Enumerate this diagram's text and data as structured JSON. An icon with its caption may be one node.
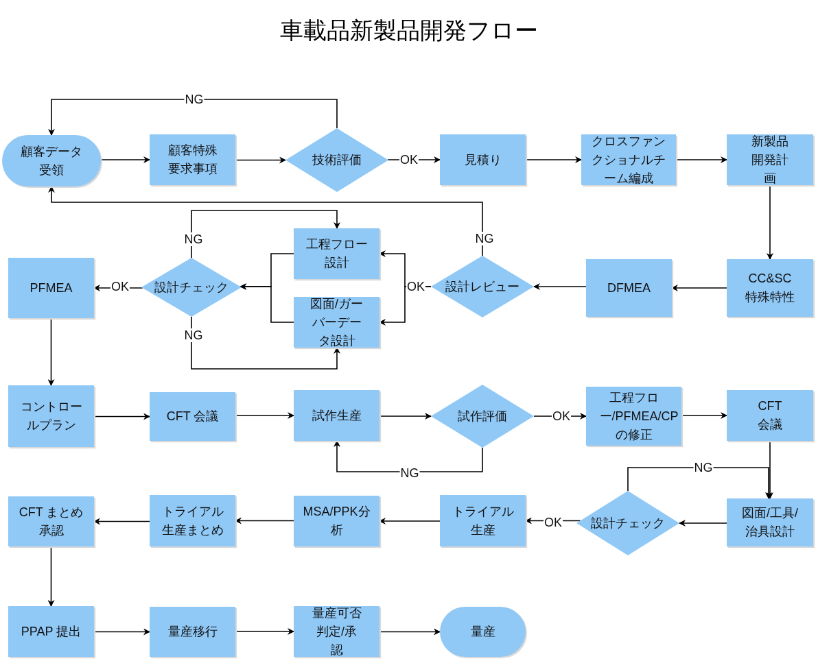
{
  "diagram": {
    "title": "車載品新製品開発フロー",
    "nodes": [
      {
        "text": [
          "顧客データ受領"
        ]
      },
      {
        "text": [
          "顧客特殊要求事項"
        ]
      },
      {
        "text": [
          "技術評価"
        ]
      },
      {
        "text": [
          "見積り"
        ]
      },
      {
        "text": [
          "クロスファンクショナルチーム編成"
        ]
      },
      {
        "text": [
          "新製品開発計画"
        ]
      },
      {
        "text": [
          "CC&SC特殊特性"
        ]
      },
      {
        "text": [
          "DFMEA"
        ]
      },
      {
        "text": [
          "設計レビュー"
        ]
      },
      {
        "text": [
          "工程フロー設計"
        ]
      },
      {
        "text": [
          "図面/ガーバーデータ設計"
        ]
      },
      {
        "text": [
          "設計チェック"
        ]
      },
      {
        "text": [
          "PFMEA"
        ]
      },
      {
        "text": [
          "コントロールプラン"
        ]
      },
      {
        "text": [
          "CFT 会議"
        ]
      },
      {
        "text": [
          "試作生産"
        ]
      },
      {
        "text": [
          "試作評価"
        ]
      },
      {
        "text": [
          "工程フロー/PFMEA/CPの修正"
        ]
      },
      {
        "text": [
          "CFT 会議"
        ]
      },
      {
        "text": [
          "図面/工具/治具設計"
        ]
      },
      {
        "text": [
          "設計チェック"
        ]
      },
      {
        "text": [
          "トライアル生産"
        ]
      },
      {
        "text": [
          "MSA/PPK分析"
        ]
      },
      {
        "text": [
          "トライアル生産まとめ"
        ]
      },
      {
        "text": [
          "CFT まとめ承認"
        ]
      },
      {
        "text": [
          "PPAP 提出"
        ]
      },
      {
        "text": [
          "量産移行"
        ]
      },
      {
        "text": [
          "量産可否判定/承認"
        ]
      },
      {
        "text": [
          "量産"
        ]
      }
    ],
    "edges": [
      {
        "from": 0,
        "to": 1,
        "arrow": "to"
      },
      {
        "from": 1,
        "to": 2,
        "arrow": "to"
      },
      {
        "from": 2,
        "to": 0,
        "arrow": "to",
        "label": "NG"
      },
      {
        "from": 2,
        "to": 3,
        "arrow": "to",
        "label": "OK"
      },
      {
        "from": 3,
        "to": 4,
        "arrow": "to"
      },
      {
        "from": 4,
        "to": 5,
        "arrow": "to"
      },
      {
        "from": 5,
        "to": 6,
        "arrow": "to"
      },
      {
        "from": 6,
        "to": 7,
        "arrow": "to"
      },
      {
        "from": 7,
        "to": 8,
        "arrow": "to"
      },
      {
        "from": 8,
        "to": 0,
        "arrow": "to",
        "label": "NG"
      },
      {
        "from": 8,
        "to": 9,
        "arrow": "to",
        "label": "OK"
      },
      {
        "from": 8,
        "to": 10,
        "arrow": "to"
      },
      {
        "from": 9,
        "to": 11,
        "arrow": "to"
      },
      {
        "from": 10,
        "to": 11,
        "arrow": "to"
      },
      {
        "from": 11,
        "to": 9,
        "arrow": "to",
        "label": "NG"
      },
      {
        "from": 11,
        "to": 10,
        "arrow": "to",
        "label": "NG"
      },
      {
        "from": 11,
        "to": 12,
        "arrow": "to",
        "label": "OK"
      },
      {
        "from": 12,
        "to": 13,
        "arrow": "to"
      },
      {
        "from": 13,
        "to": 14,
        "arrow": "to"
      },
      {
        "from": 14,
        "to": 15,
        "arrow": "to"
      },
      {
        "from": 15,
        "to": 16,
        "arrow": "to"
      },
      {
        "from": 16,
        "to": 17,
        "arrow": "to",
        "label": "OK"
      },
      {
        "from": 16,
        "to": 15,
        "arrow": "to",
        "label": "NG"
      },
      {
        "from": 17,
        "to": 18,
        "arrow": "to"
      },
      {
        "from": 18,
        "to": 19,
        "arrow": "to"
      },
      {
        "from": 20,
        "to": 19,
        "arrow": "to",
        "label": "NG"
      },
      {
        "from": 19,
        "to": 20,
        "arrow": "to"
      },
      {
        "from": 20,
        "to": 21,
        "arrow": "to",
        "label": "OK"
      },
      {
        "from": 21,
        "to": 22,
        "arrow": "to"
      },
      {
        "from": 22,
        "to": 23,
        "arrow": "to"
      },
      {
        "from": 23,
        "to": 24,
        "arrow": "to"
      },
      {
        "from": 24,
        "to": 25,
        "arrow": "to"
      },
      {
        "from": 25,
        "to": 26,
        "arrow": "to"
      },
      {
        "from": 26,
        "to": 27,
        "arrow": "to"
      },
      {
        "from": 27,
        "to": 28,
        "arrow": "to"
      }
    ]
  }
}
